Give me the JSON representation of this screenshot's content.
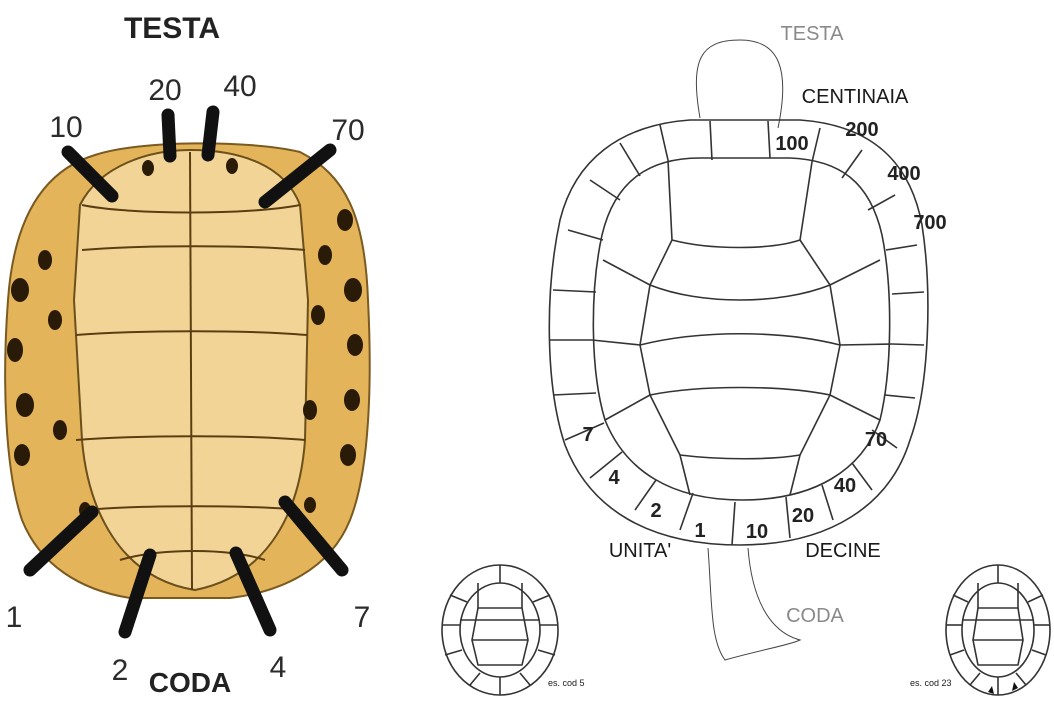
{
  "left_figure": {
    "head_label": "TESTA",
    "tail_label": "CODA",
    "top_numbers": [
      "10",
      "20",
      "40",
      "70"
    ],
    "bottom_numbers": [
      "1",
      "2",
      "4",
      "7"
    ],
    "shell_color": "#e3b45a"
  },
  "right_figure": {
    "head_label": "TESTA",
    "tail_label": "CODA",
    "hundreds_label": "CENTINAIA",
    "tens_label": "DECINE",
    "units_label": "UNITA'",
    "hundreds_numbers": [
      "100",
      "200",
      "400",
      "700"
    ],
    "tens_numbers": [
      "10",
      "20",
      "40",
      "70"
    ],
    "units_numbers": [
      "1",
      "2",
      "4",
      "7"
    ]
  },
  "examples": [
    {
      "caption": "es. cod 5"
    },
    {
      "caption": "es. cod 23"
    }
  ]
}
